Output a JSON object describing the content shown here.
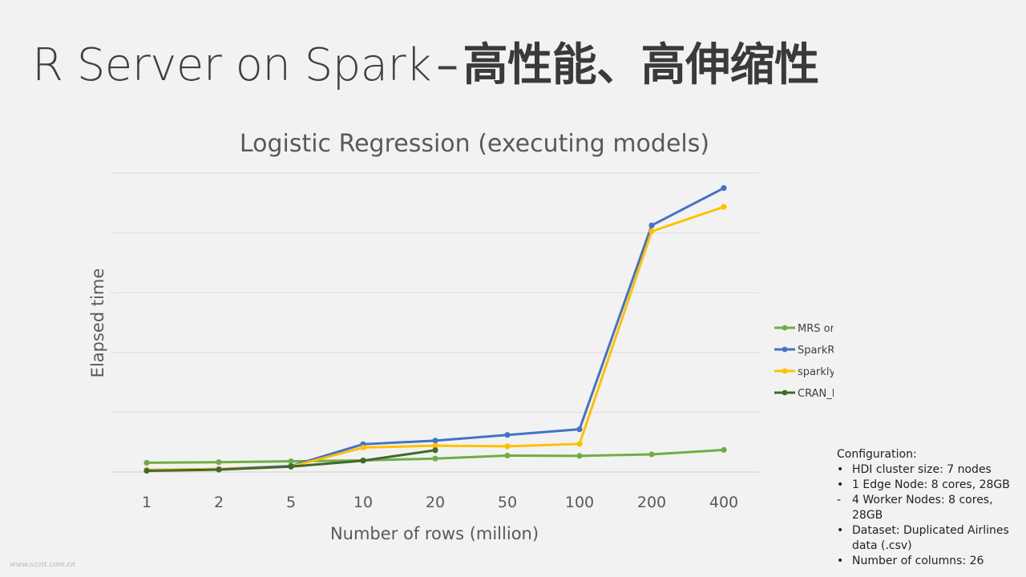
{
  "slide": {
    "title_latin": "R Server on Spark",
    "title_sep": "–",
    "title_cjk": "高性能、高伸缩性"
  },
  "chart_data": {
    "type": "line",
    "title": "Logistic Regression (executing models)",
    "xlabel": "Number of rows (million)",
    "ylabel": "Elapsed time",
    "categories": [
      "1",
      "2",
      "5",
      "10",
      "20",
      "50",
      "100",
      "200",
      "400"
    ],
    "ylim": [
      0,
      100
    ],
    "grid": true,
    "legend_position": "right",
    "series": [
      {
        "name": "MRS on Spark",
        "color": "#70ad47",
        "values": [
          3.1,
          3.3,
          3.6,
          3.9,
          4.5,
          5.5,
          5.4,
          5.9,
          7.4
        ]
      },
      {
        "name": "SparkR",
        "color": "#4472c4",
        "values": [
          0.7,
          1.0,
          2.0,
          9.3,
          10.5,
          12.4,
          14.3,
          82.5,
          95.0
        ]
      },
      {
        "name": "sparklyr",
        "color": "#ffc000",
        "values": [
          0.7,
          1.0,
          1.8,
          8.2,
          8.8,
          8.6,
          9.4,
          80.5,
          88.7
        ]
      },
      {
        "name": "CRAN_R",
        "color": "#43682b",
        "values": [
          0.4,
          0.8,
          1.8,
          3.8,
          7.3,
          null,
          null,
          null,
          null
        ]
      }
    ]
  },
  "config": {
    "title": "Configuration:",
    "items": [
      {
        "bullet": "•",
        "text": "HDI cluster size: 7 nodes"
      },
      {
        "bullet": "•",
        "text": "1 Edge Node: 8 cores, 28GB"
      },
      {
        "bullet": "-",
        "text": "4 Worker Nodes: 8 cores, 28GB"
      },
      {
        "bullet": "•",
        "text": "Dataset: Duplicated Airlines data (.csv)"
      },
      {
        "bullet": "•",
        "text": "Number of columns: 26"
      }
    ]
  },
  "watermark": "www.uzzit.com.cn"
}
